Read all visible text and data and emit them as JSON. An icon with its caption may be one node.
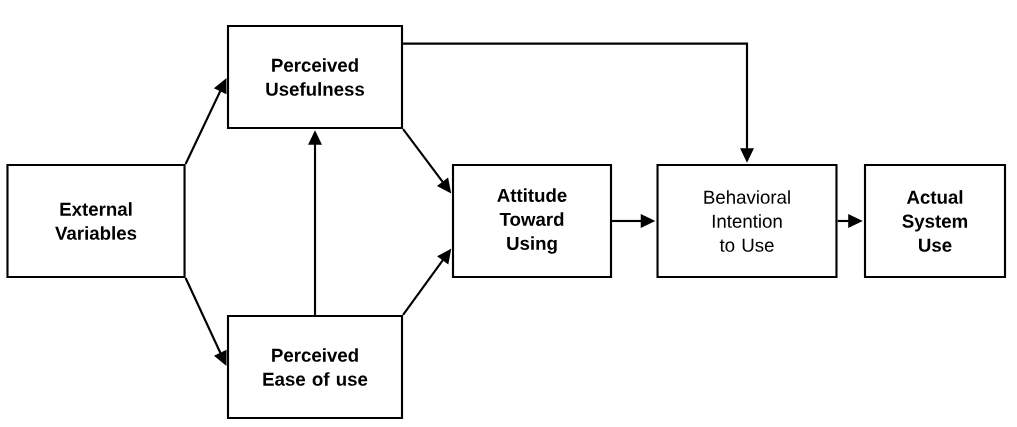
{
  "diagram": {
    "nodes": [
      {
        "text": [
          "External Variables"
        ]
      },
      {
        "text": [
          "Perceived Usefulness"
        ]
      },
      {
        "text": [
          "Perceived Ease of use"
        ]
      },
      {
        "text": [
          "Attitude Toward Using"
        ]
      },
      {
        "text": [
          "Behavioral Intention to Use"
        ]
      },
      {
        "text": [
          "Actual System Use"
        ]
      }
    ],
    "edges": [
      {
        "from": 0,
        "to": 1,
        "arrow": "to"
      },
      {
        "from": 0,
        "to": 2,
        "arrow": "to"
      },
      {
        "from": 2,
        "to": 1,
        "arrow": "to"
      },
      {
        "from": 1,
        "to": 3,
        "arrow": "to"
      },
      {
        "from": 2,
        "to": 3,
        "arrow": "to"
      },
      {
        "from": 1,
        "to": 4,
        "arrow": "to"
      },
      {
        "from": 3,
        "to": 4,
        "arrow": "to"
      },
      {
        "from": 4,
        "to": 5,
        "arrow": "to"
      }
    ]
  }
}
